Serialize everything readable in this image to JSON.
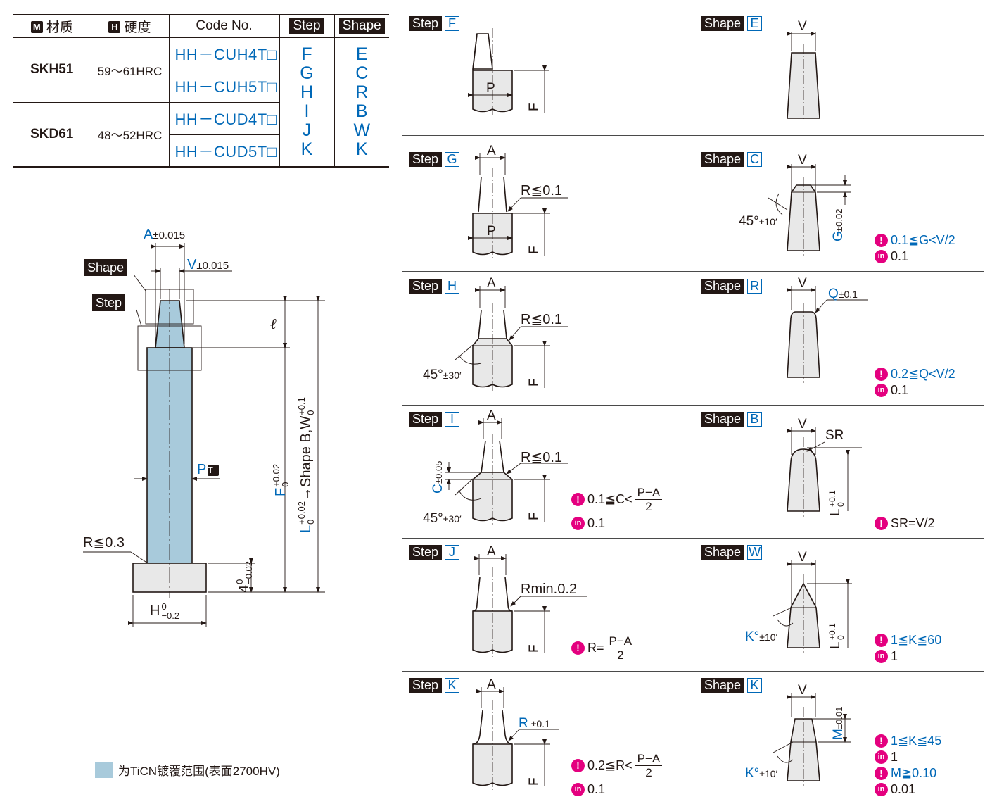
{
  "table": {
    "headers": {
      "material_badge": "M",
      "material": "材质",
      "hardness_badge": "H",
      "hardness": "硬度",
      "code": "Code No.",
      "step": "Step",
      "shape": "Shape"
    },
    "rows": [
      {
        "material": "SKH51",
        "hardness": "59～61HRC",
        "codes": [
          "HH－CUH4T□",
          "HH－CUH5T□"
        ]
      },
      {
        "material": "SKD61",
        "hardness": "48～52HRC",
        "codes": [
          "HH－CUD4T□",
          "HH－CUD5T□"
        ]
      }
    ],
    "step_options": [
      "F",
      "G",
      "H",
      "I",
      "J",
      "K"
    ],
    "shape_options": [
      "E",
      "C",
      "R",
      "B",
      "W",
      "K"
    ]
  },
  "main_drawing": {
    "A_label": "A",
    "A_tol": "±0.015",
    "V_label": "V",
    "V_tol": "±0.015",
    "shape_tag": "Shape",
    "step_tag": "Step",
    "ell": "ℓ",
    "P_label": "P",
    "P_badge": "T",
    "R_label": "R≦0.3",
    "F_label": "F",
    "F_tol_up": "+0.02",
    "F_tol_low": "0",
    "L_label": "L",
    "L_tol_up": "+0.02",
    "L_tol_low": "0",
    "L_shape_text": "→Shape B,W",
    "L_shape_tol_up": "+0.1",
    "L_shape_tol_low": "0",
    "H4_label": "4",
    "H4_tol_up": "0",
    "H4_tol_low": "−0.02",
    "H_label": "H",
    "H_tol_up": "0",
    "H_tol_low": "−0.2"
  },
  "legend": {
    "text": "为TiCN镀覆范围(表面2700HV)"
  },
  "step_tag": "Step",
  "shape_tag": "Shape",
  "cells": {
    "step_F": {
      "letter": "F",
      "labels": {
        "P": "P",
        "F": "F"
      }
    },
    "step_G": {
      "letter": "G",
      "labels": {
        "A": "A",
        "R": "R≦0.1",
        "P": "P",
        "F": "F"
      }
    },
    "step_H": {
      "letter": "H",
      "labels": {
        "A": "A",
        "R": "R≦0.1",
        "ang": "45°",
        "angtol": "±30′",
        "F": "F"
      }
    },
    "step_I": {
      "letter": "I",
      "labels": {
        "A": "A",
        "R": "R≦0.1",
        "C": "C",
        "Ctol": "±0.05",
        "ang": "45°",
        "angtol": "±30′",
        "F": "F"
      },
      "note": {
        "pre": "0.1≦C<",
        "num": "P−A",
        "den": "2",
        "inch": "0.1"
      }
    },
    "step_J": {
      "letter": "J",
      "labels": {
        "A": "A",
        "R": "Rmin.0.2",
        "F": "F"
      },
      "note": {
        "pre": "R=",
        "num": "P−A",
        "den": "2"
      }
    },
    "step_K": {
      "letter": "K",
      "labels": {
        "A": "A",
        "R": "R",
        "Rtol": "±0.1",
        "F": "F"
      },
      "note": {
        "pre": "0.2≦R<",
        "num": "P−A",
        "den": "2",
        "inch": "0.1"
      }
    },
    "shape_E": {
      "letter": "E",
      "labels": {
        "V": "V"
      }
    },
    "shape_C": {
      "letter": "C",
      "labels": {
        "V": "V",
        "ang": "45°",
        "angtol": "±10′",
        "G": "G",
        "Gtol": "±0.02"
      },
      "note": {
        "l1": "0.1≦G<V/2",
        "inch": "0.1"
      }
    },
    "shape_R": {
      "letter": "R",
      "labels": {
        "V": "V",
        "Q": "Q",
        "Qtol": "±0.1"
      },
      "note": {
        "l1": "0.2≦Q<V/2",
        "inch": "0.1"
      }
    },
    "shape_B": {
      "letter": "B",
      "labels": {
        "V": "V",
        "SR": "SR",
        "L": "L",
        "Ltol_up": "+0.1",
        "Ltol_low": "0"
      },
      "note": {
        "l1": "SR=V/2"
      }
    },
    "shape_W": {
      "letter": "W",
      "labels": {
        "V": "V",
        "K": "K°",
        "Ktol": "±10′",
        "L": "L",
        "Ltol_up": "+0.1",
        "Ltol_low": "0"
      },
      "note": {
        "l1": "1≦K≦60",
        "inch": "1"
      }
    },
    "shape_K": {
      "letter": "K",
      "labels": {
        "V": "V",
        "K": "K°",
        "Ktol": "±10′",
        "M": "M",
        "Mtol": "±0.01"
      },
      "note": {
        "l1": "1≦K≦45",
        "inch1": "1",
        "l2": "M≧0.10",
        "inch2": "0.01"
      }
    }
  },
  "icons": {
    "excl_char": "!",
    "inch_char": "in"
  },
  "colors": {
    "blue": "#0068b7",
    "magenta": "#e4007f",
    "coating": "#a8cadb",
    "pin": "#e8e8e8"
  }
}
